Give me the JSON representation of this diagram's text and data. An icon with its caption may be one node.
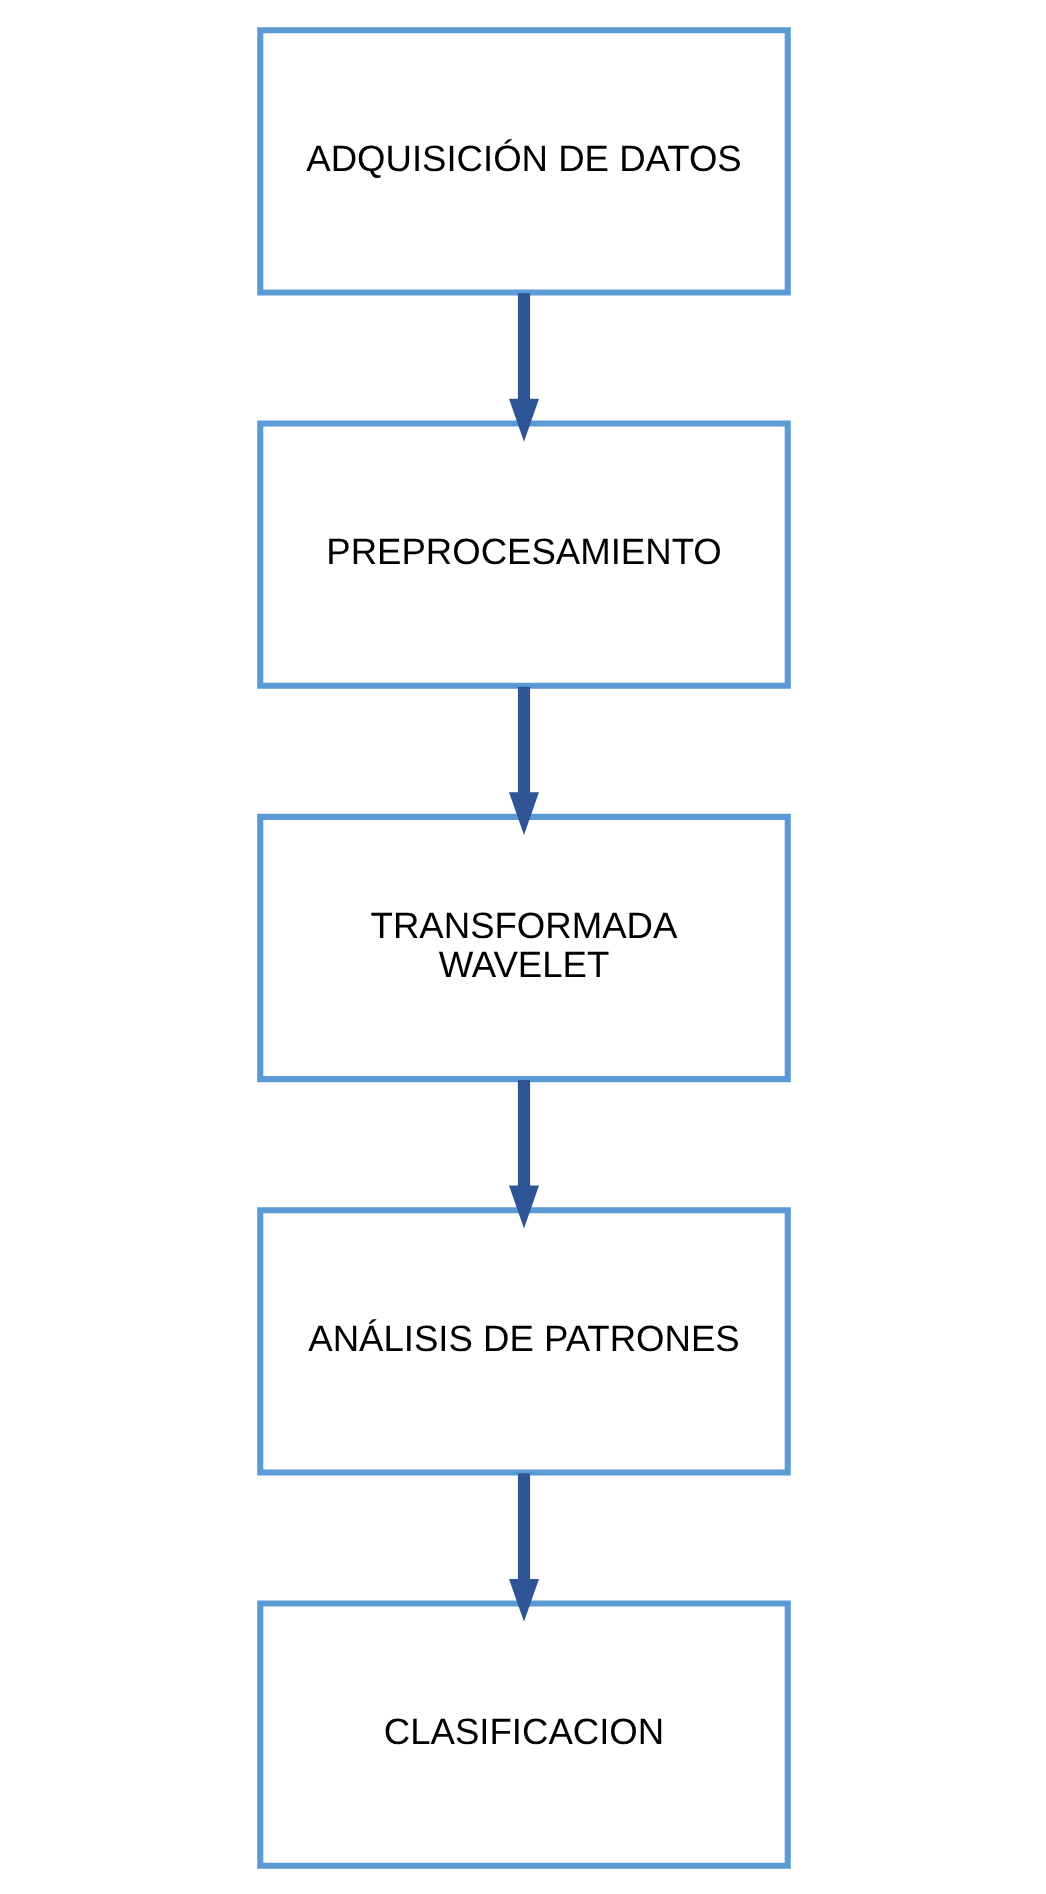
{
  "diagram": {
    "nodes": [
      {
        "text": [
          "ADQUISICIÓN DE DATOS"
        ]
      },
      {
        "text": [
          "PREPROCESAMIENTO"
        ]
      },
      {
        "text": [
          "TRANSFORMADA WAVELET"
        ]
      },
      {
        "text": [
          "ANÁLISIS DE PATRONES"
        ]
      },
      {
        "text": [
          "CLASIFICACION"
        ]
      }
    ],
    "edges": [
      {
        "from": 0,
        "to": 1,
        "arrow": "to"
      },
      {
        "from": 1,
        "to": 2,
        "arrow": "to"
      },
      {
        "from": 2,
        "to": 3,
        "arrow": "to"
      },
      {
        "from": 3,
        "to": 4,
        "arrow": "to"
      }
    ]
  }
}
